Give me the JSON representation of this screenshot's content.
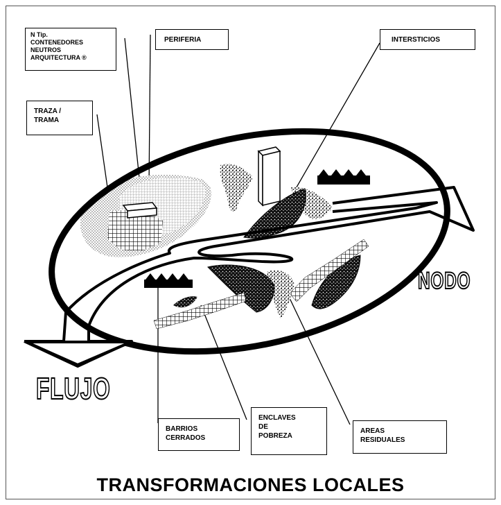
{
  "labels": {
    "contenedores": "N Tip.\nCONTENEDORES\nNEUTROS\nARQUITECTURA ®",
    "periferia": "PERIFERIA",
    "intersticios": "INTERSTICIOS",
    "traza": "TRAZA /\nTRAMA",
    "barrios": "BARRIOS\nCERRADOS",
    "enclaves": "ENCLAVES\nDE\nPOBREZA",
    "areas": "AREAS\nRESIDUALES"
  },
  "nodo": "NODO",
  "flujo": "FLUJO",
  "title": "TRANSFORMACIONES LOCALES"
}
